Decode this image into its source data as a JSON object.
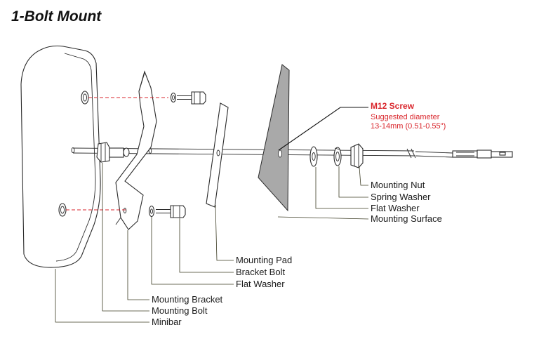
{
  "title": "1-Bolt Mount",
  "colors": {
    "accent_red": "#d9262c",
    "leader": "#3c3c24",
    "surface_fill": "#a9a9a9",
    "outline": "#2a2a2a"
  },
  "callout": {
    "heading": "M12 Screw",
    "line1": "Suggested diameter",
    "line2": "13-14mm (0.51-0.55\")"
  },
  "labels": {
    "mounting_nut": "Mounting Nut",
    "spring_washer": "Spring Washer",
    "flat_washer_right": "Flat Washer",
    "mounting_surface": "Mounting Surface",
    "mounting_pad": "Mounting Pad",
    "bracket_bolt": "Bracket Bolt",
    "flat_washer_left": "Flat Washer",
    "mounting_bracket": "Mounting Bracket",
    "mounting_bolt": "Mounting Bolt",
    "minibar": "Minibar"
  }
}
